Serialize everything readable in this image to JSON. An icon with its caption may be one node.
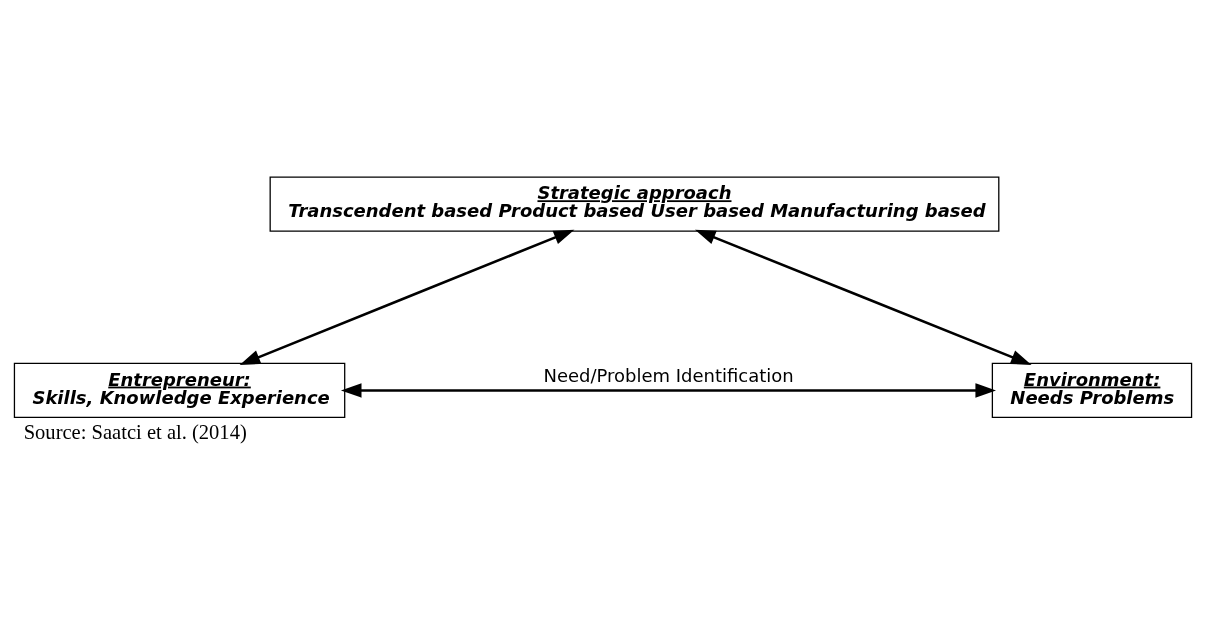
{
  "diagram": {
    "caption": "Source: Saatci et al. (2014)",
    "nodes": [
      {
        "text": [
          "Entrepreneur:",
          "Skills, Knowledge Experience"
        ]
      },
      {
        "text": [
          "Environment:",
          "Needs Problems"
        ]
      },
      {
        "text": [
          "Strategic approach",
          "Transcendent based Product based User based Manufacturing based"
        ]
      }
    ],
    "edges": [
      {
        "from": 0,
        "to": 1,
        "arrow": "both",
        "label": "Need/Problem Identification"
      },
      {
        "from": 2,
        "to": 0,
        "arrow": "both"
      },
      {
        "from": 2,
        "to": 1,
        "arrow": "both"
      }
    ]
  }
}
